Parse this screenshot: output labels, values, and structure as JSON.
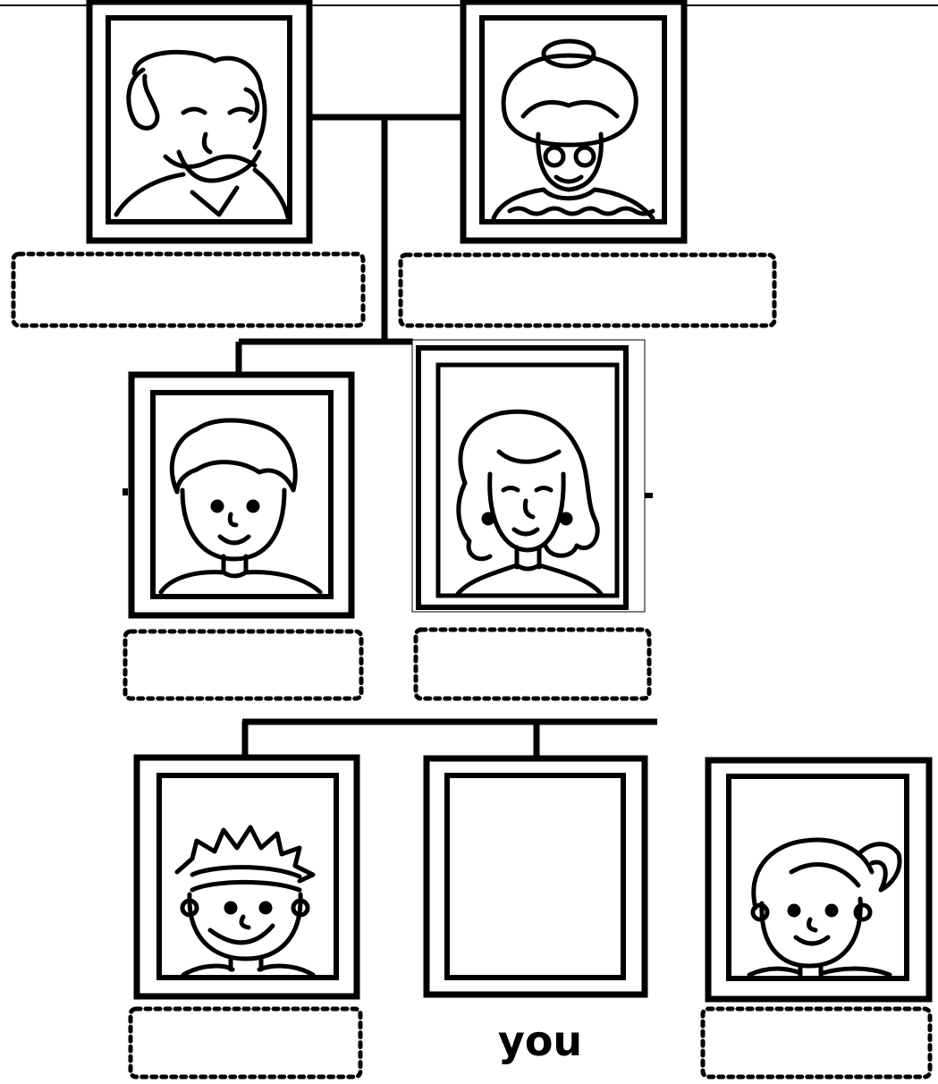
{
  "worksheet": {
    "you_label": "you",
    "members": [
      {
        "id": "grandfather",
        "icon": "grandfather-portrait-icon",
        "answer": ""
      },
      {
        "id": "grandmother",
        "icon": "grandmother-portrait-icon",
        "answer": ""
      },
      {
        "id": "father",
        "icon": "father-portrait-icon",
        "answer": ""
      },
      {
        "id": "mother",
        "icon": "mother-portrait-icon",
        "answer": ""
      },
      {
        "id": "brother",
        "icon": "brother-portrait-icon",
        "answer": ""
      },
      {
        "id": "you",
        "icon": "empty-portrait-frame",
        "answer": ""
      },
      {
        "id": "sister",
        "icon": "sister-portrait-icon",
        "answer": ""
      }
    ]
  }
}
